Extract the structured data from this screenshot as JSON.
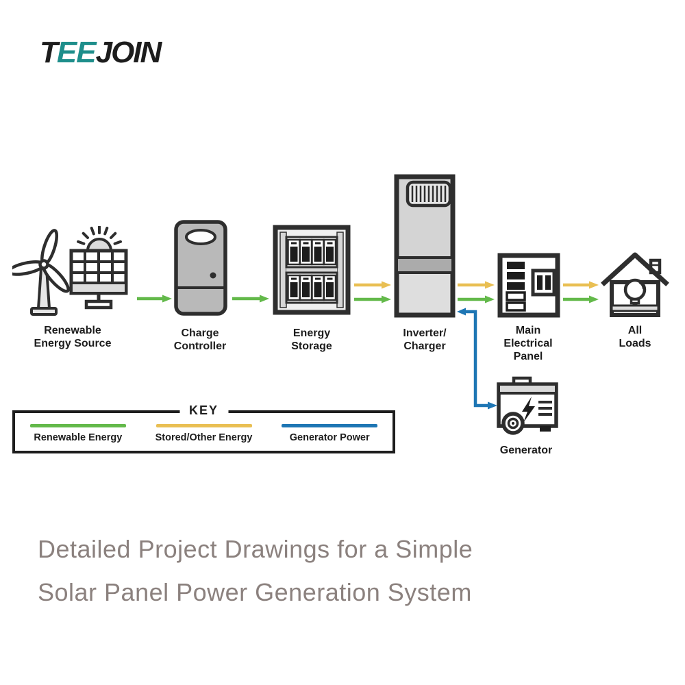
{
  "page": {
    "background": "#ffffff"
  },
  "logo": {
    "text": "TEEJOIN",
    "segments": [
      {
        "text": "T",
        "color_role": "ink"
      },
      {
        "text": "EE",
        "color_role": "teal"
      },
      {
        "text": "JOIN",
        "color_role": "ink"
      }
    ]
  },
  "brand": {
    "teal": "#1e8e8b",
    "ink": "#1d1d1d"
  },
  "flow_colors": {
    "renewable": "#63b94a",
    "stored": "#e9bf53",
    "generator": "#1e76b4"
  },
  "components": {
    "renewable": {
      "icons": [
        "wind-turbine-icon",
        "solar-panel-icon"
      ],
      "label": [
        "Renewable",
        "Energy Source"
      ]
    },
    "charge_controller": {
      "icon": "charge-controller-icon",
      "label": [
        "Charge",
        "Controller"
      ]
    },
    "energy_storage": {
      "icon": "battery-rack-icon",
      "label": [
        "Energy",
        "Storage"
      ]
    },
    "inverter_charger": {
      "icon": "inverter-icon",
      "label": [
        "Inverter/",
        "Charger"
      ]
    },
    "main_panel": {
      "icon": "electrical-panel-icon",
      "label": [
        "Main",
        "Electrical",
        "Panel"
      ]
    },
    "all_loads": {
      "icon": "house-icon",
      "label": [
        "All",
        "Loads"
      ]
    },
    "generator": {
      "icon": "generator-icon",
      "label": [
        "Generator"
      ]
    }
  },
  "key": {
    "title": "KEY",
    "entries": [
      {
        "label": "Renewable Energy",
        "color": "#63b94a"
      },
      {
        "label": "Stored/Other Energy",
        "color": "#e9bf53"
      },
      {
        "label": "Generator Power",
        "color": "#1e76b4"
      }
    ]
  },
  "caption": {
    "lines": [
      "Detailed Project Drawings for a Simple",
      "Solar Panel Power Generation System"
    ],
    "color": "#8b817e"
  }
}
